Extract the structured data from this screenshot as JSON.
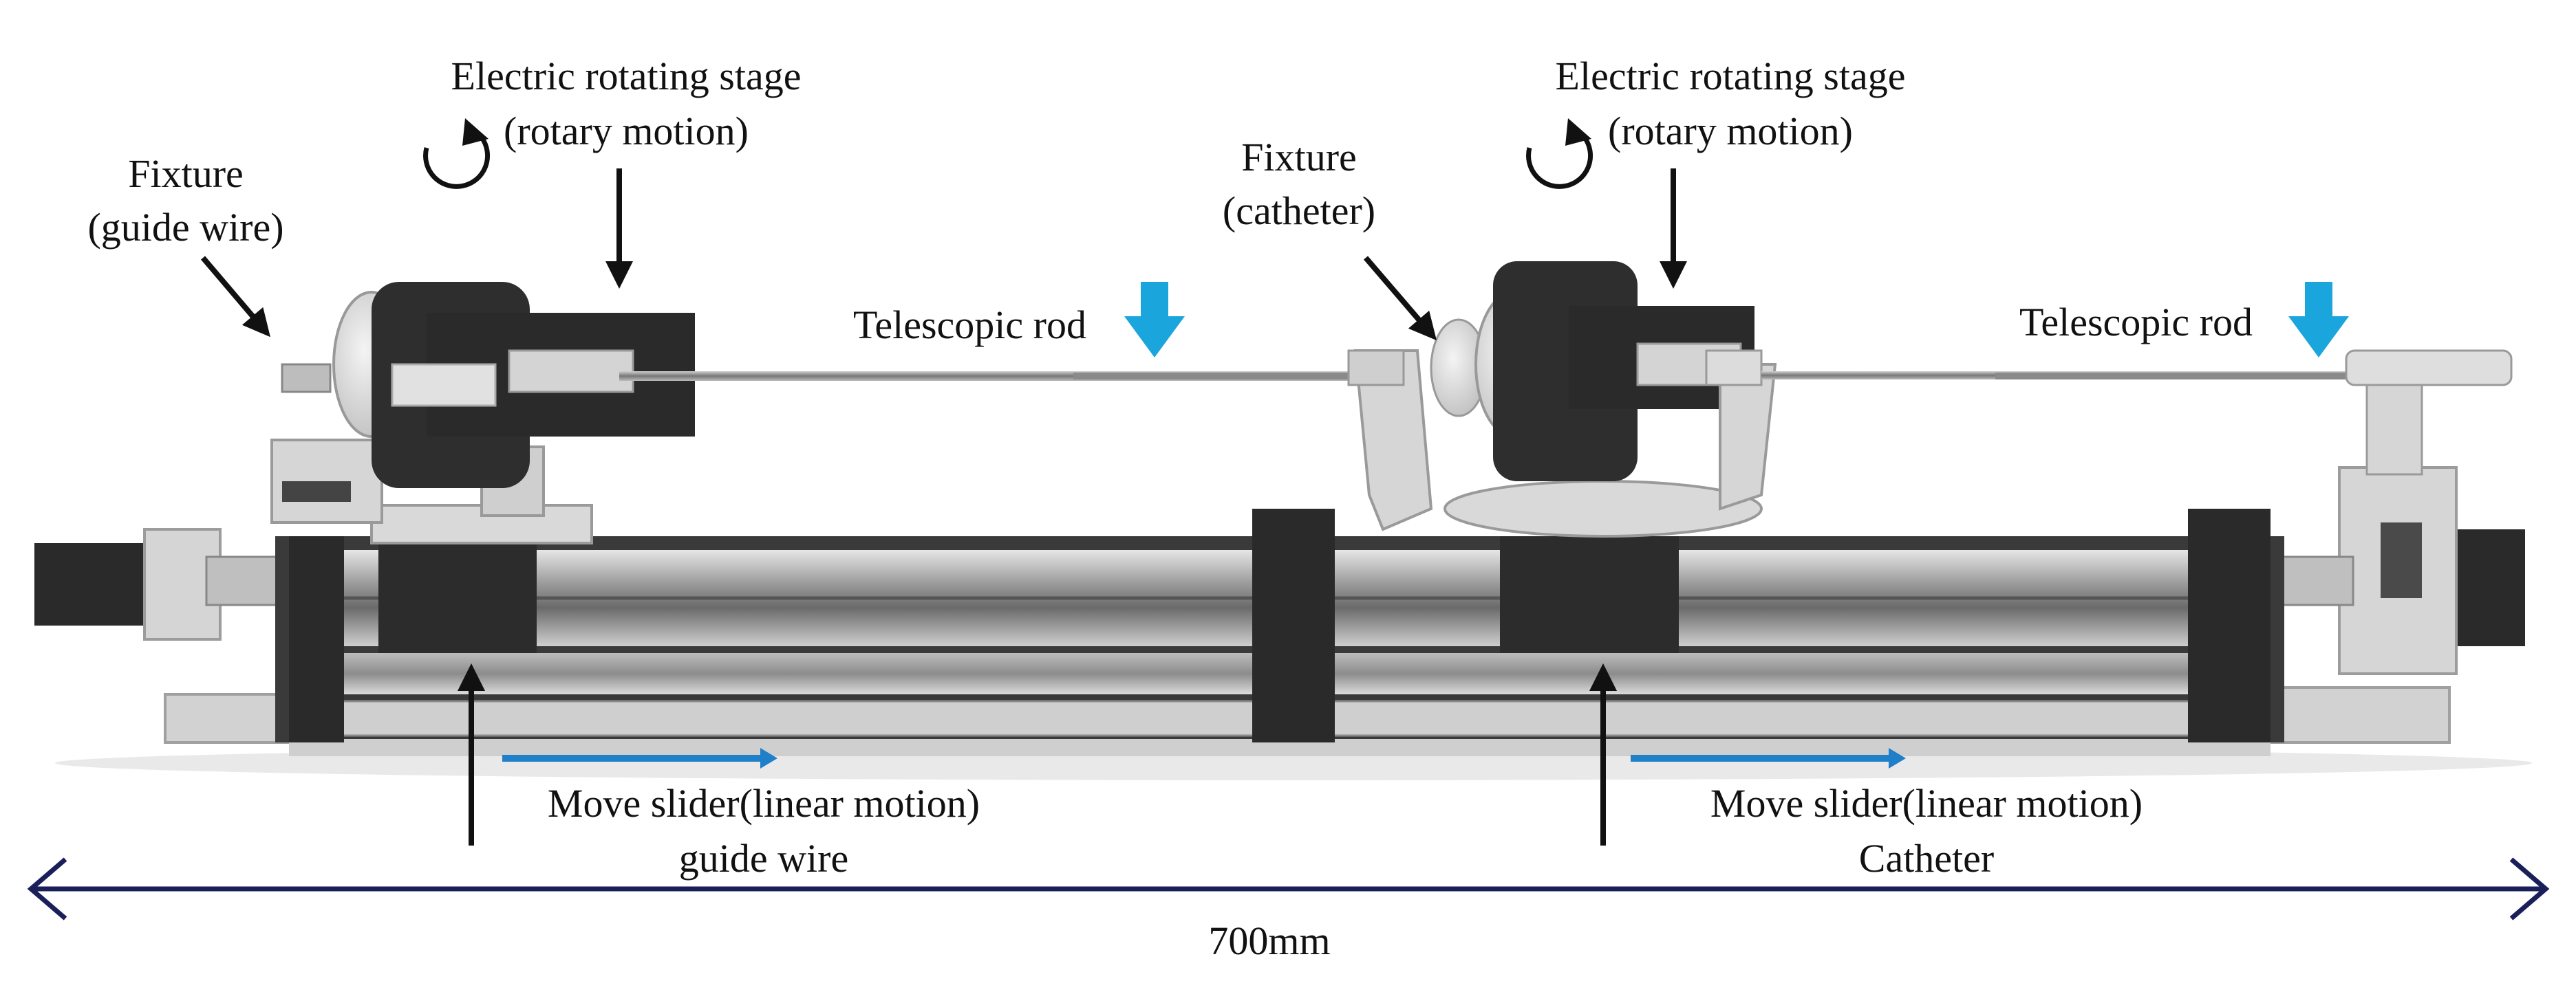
{
  "labels": {
    "fixture_gw_line1": "Fixture",
    "fixture_gw_line2": "(guide wire)",
    "rot_stage_left_line1": "Electric rotating stage",
    "rot_stage_left_line2": "(rotary motion)",
    "fixture_cath_line1": "Fixture",
    "fixture_cath_line2": "(catheter)",
    "rot_stage_right_line1": "Electric rotating stage",
    "rot_stage_right_line2": "(rotary motion)",
    "telescopic_left": "Telescopic rod",
    "telescopic_right": "Telescopic rod",
    "slider_left_line1": "Move slider(linear motion)",
    "slider_left_line2": "guide wire",
    "slider_right_line1": "Move slider(linear motion)",
    "slider_right_line2": "Catheter",
    "dimension": "700mm"
  },
  "colors": {
    "blue_arrow": "#1aa6dd",
    "linear_arrow": "#1f7fc8",
    "dimension_line": "#1a1f5a",
    "dark_part": "#2a2a2a",
    "light_part": "#d8d8d8",
    "metal": "#9a9a9a"
  },
  "icons": [
    "rotation-arrow-icon",
    "down-arrow-icon",
    "right-arrow-icon",
    "double-headed-arrow-icon"
  ]
}
